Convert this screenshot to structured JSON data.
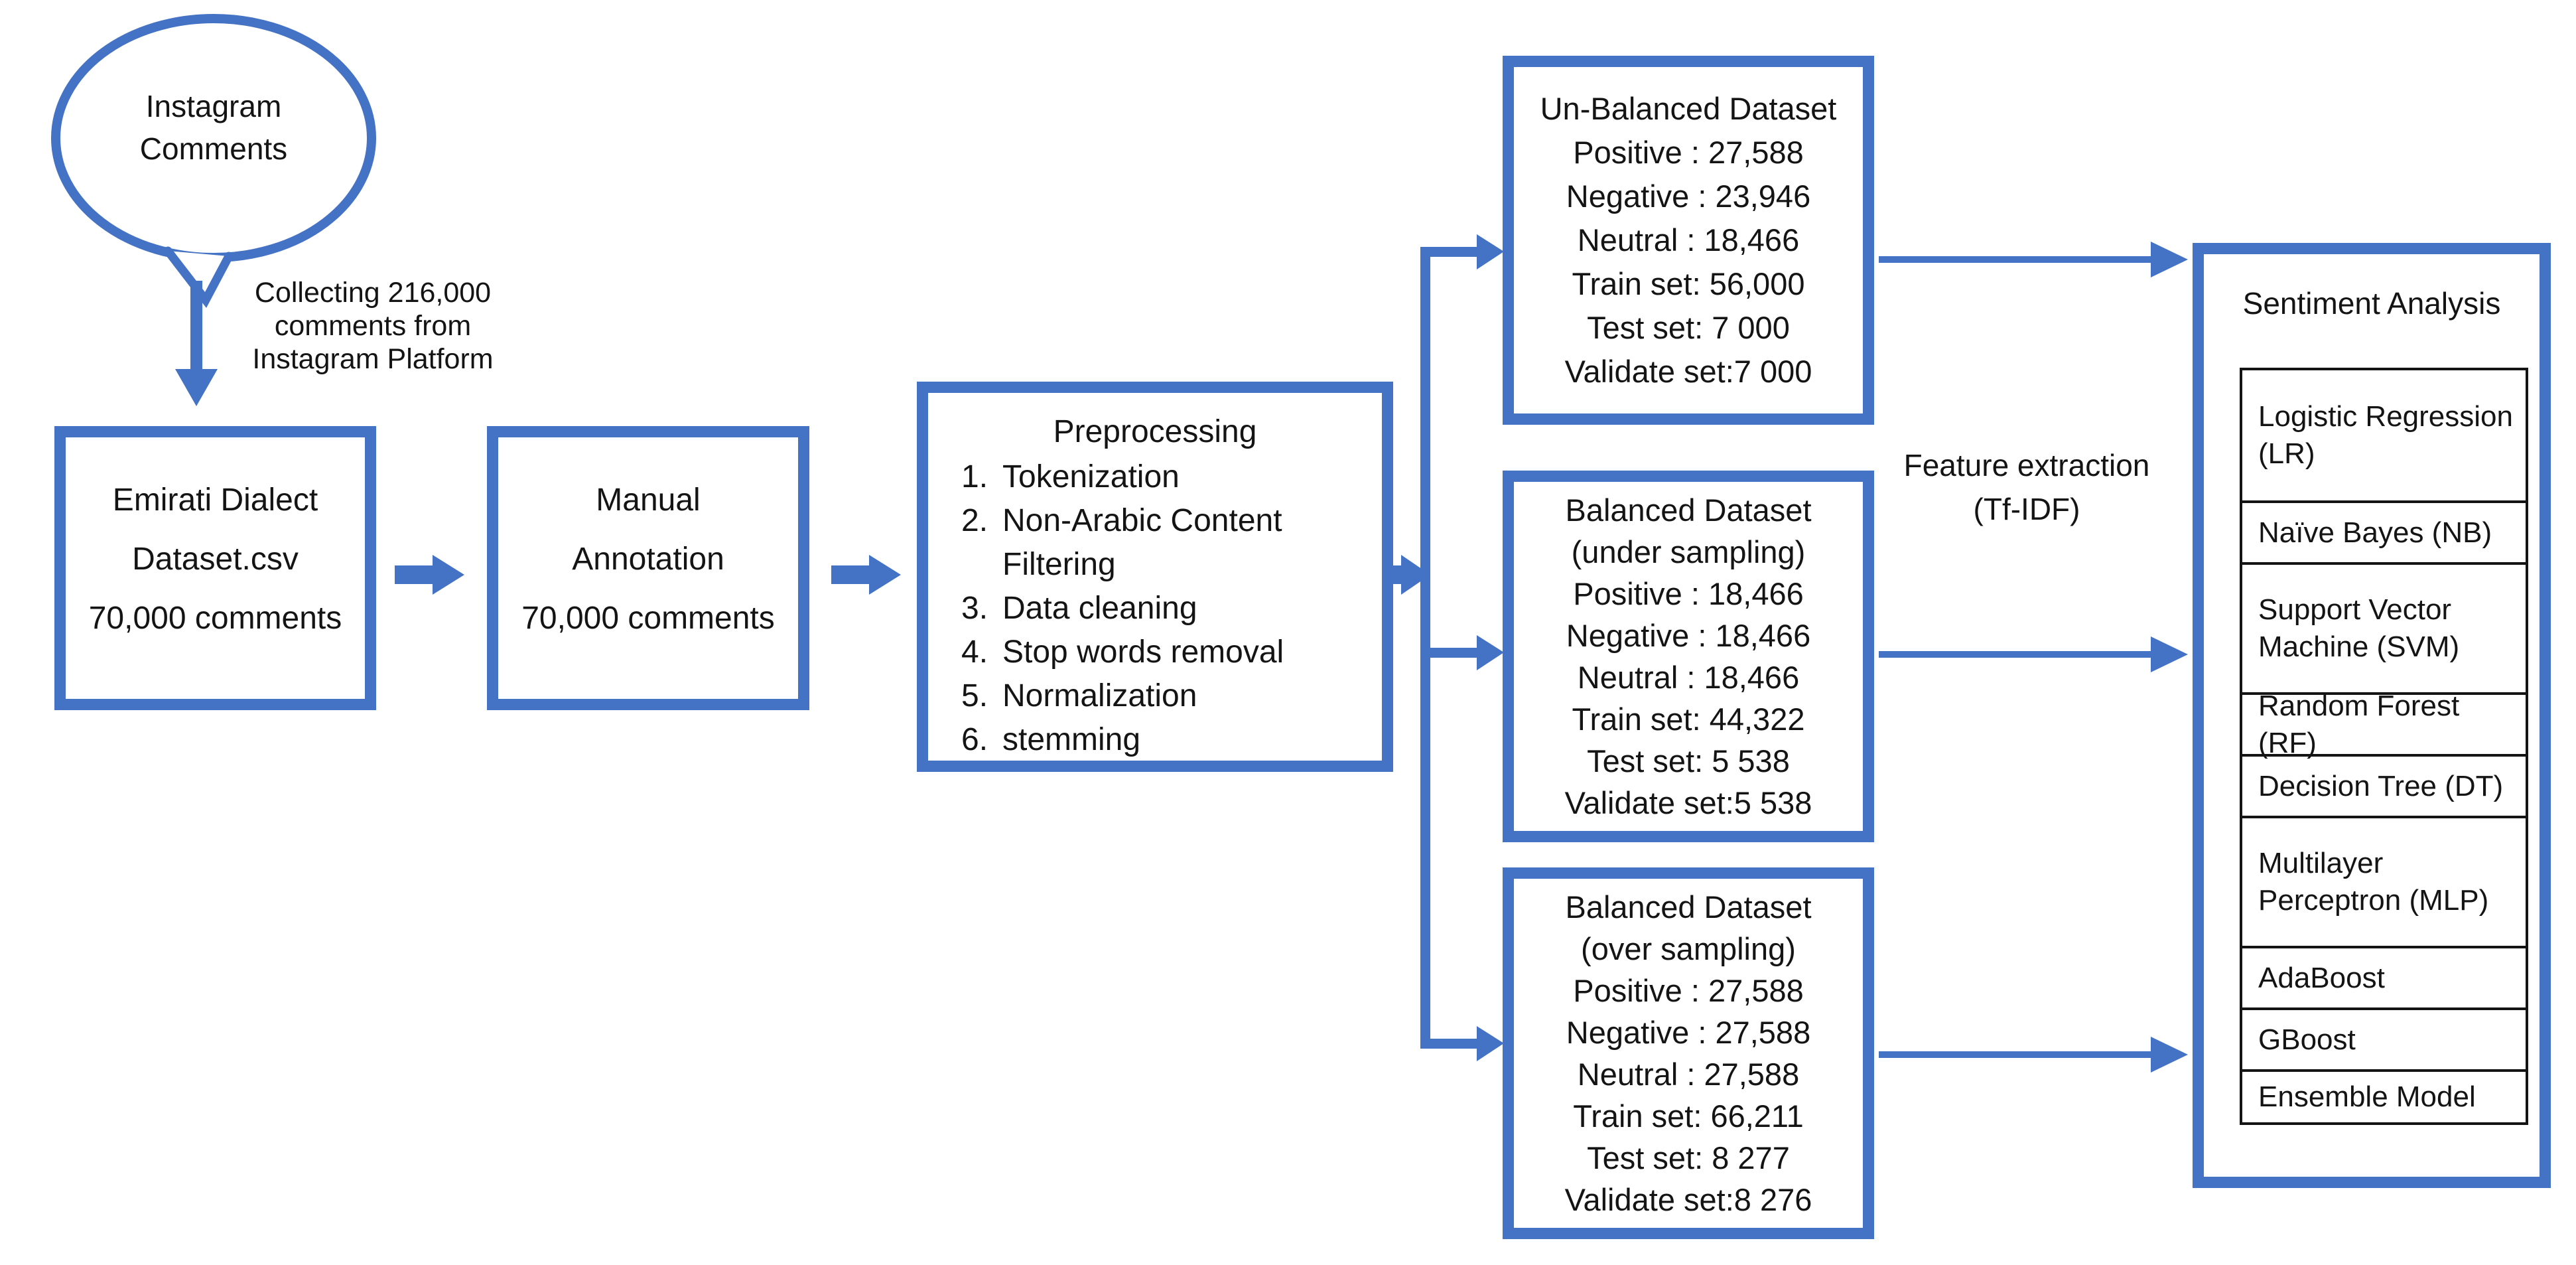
{
  "bubble": {
    "lines": [
      "Instagram",
      "Comments"
    ]
  },
  "collect_note": {
    "lines": [
      "Collecting 216,000",
      "comments from",
      "Instagram Platform"
    ]
  },
  "boxes": {
    "emirati": {
      "lines": [
        "Emirati Dialect",
        "Dataset.csv",
        "70,000 comments"
      ]
    },
    "manual": {
      "lines": [
        "Manual",
        "Annotation",
        "70,000 comments"
      ]
    },
    "preprocessing": {
      "title": "Preprocessing",
      "items": [
        {
          "num": "1.",
          "text": "Tokenization"
        },
        {
          "num": "2.",
          "text": "Non-Arabic Content Filtering"
        },
        {
          "num": "3.",
          "text": "Data cleaning"
        },
        {
          "num": "4.",
          "text": "Stop words removal"
        },
        {
          "num": "5.",
          "text": "Normalization"
        },
        {
          "num": "6.",
          "text": "stemming"
        }
      ]
    },
    "unbalanced": {
      "title": "Un-Balanced Dataset",
      "lines": [
        "Positive : 27,588",
        "Negative : 23,946",
        "Neutral : 18,466",
        "Train set: 56,000",
        "Test set: 7 000",
        "Validate set:7 000"
      ]
    },
    "balanced_under": {
      "title": "Balanced Dataset",
      "subtitle": "(under sampling)",
      "lines": [
        "Positive : 18,466",
        "Negative : 18,466",
        "Neutral : 18,466",
        "Train set: 44,322",
        "Test set: 5 538",
        "Validate set:5 538"
      ]
    },
    "balanced_over": {
      "title": "Balanced Dataset",
      "subtitle": "(over sampling)",
      "lines": [
        "Positive : 27,588",
        "Negative : 27,588",
        "Neutral : 27,588",
        "Train set: 66,211",
        "Test set: 8 277",
        "Validate set:8 276"
      ]
    },
    "sentiment": {
      "title": "Sentiment Analysis",
      "models": [
        "Logistic Regression (LR)",
        "Naïve Bayes (NB)",
        "Support Vector Machine (SVM)",
        "Random Forest (RF)",
        "Decision Tree (DT)",
        "Multilayer Perceptron (MLP)",
        "AdaBoost",
        "GBoost",
        "Ensemble Model"
      ]
    }
  },
  "labels": {
    "feature_extraction": [
      "Feature extraction",
      "(Tf-IDF)"
    ]
  },
  "colors": {
    "accent": "#4472C4",
    "text": "#141414",
    "background": "#FFFFFF"
  }
}
